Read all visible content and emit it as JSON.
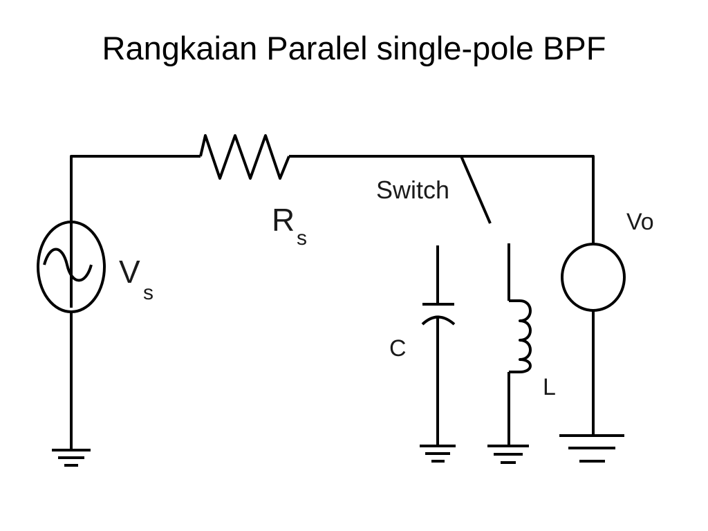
{
  "title": "Rangkaian Paralel single-pole BPF",
  "labels": {
    "source_main": "V",
    "source_sub": "s",
    "resistor_main": "R",
    "resistor_sub": "s",
    "switch": "Switch",
    "capacitor": "C",
    "inductor": "L",
    "output": "Vo"
  },
  "icons": {
    "source": "ac-voltage-source-icon",
    "resistor": "resistor-icon",
    "switch": "spst-switch-icon",
    "capacitor": "capacitor-icon",
    "inductor": "inductor-icon",
    "output": "voltmeter-icon",
    "ground": "ground-icon"
  }
}
